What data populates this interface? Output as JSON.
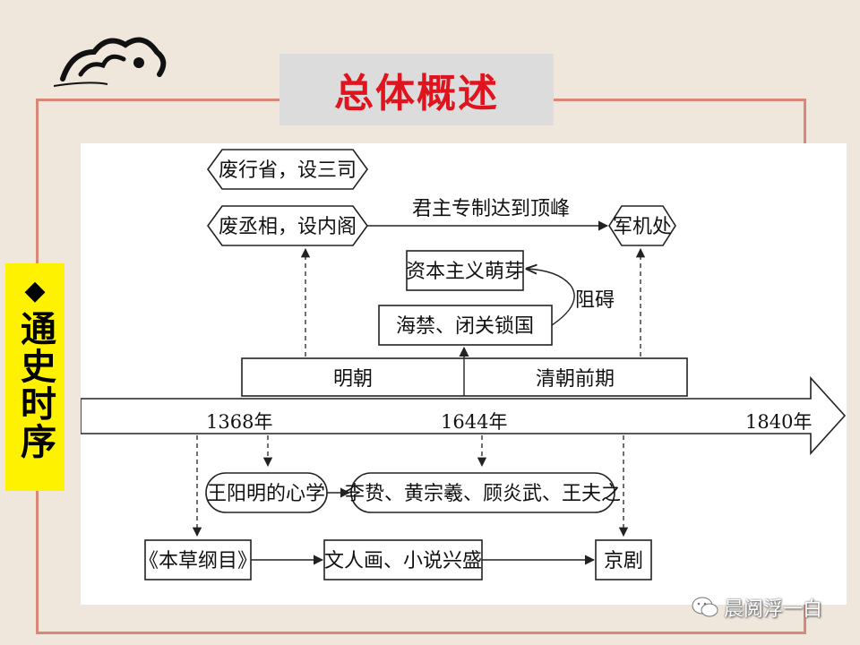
{
  "title": "总体概述",
  "side_label": {
    "marker": "◆",
    "text": "通史时序"
  },
  "timeline": {
    "years": [
      "1368年",
      "1644年",
      "1840年"
    ],
    "periods": [
      "明朝",
      "清朝前期"
    ]
  },
  "top_nodes": {
    "abolish_provinces": "废行省，设三司",
    "abolish_chancellor": "废丞相，设内阁",
    "autocracy_peak": "君主专制达到顶峰",
    "grand_council": "军机处",
    "capitalism_sprouts": "资本主义萌芽",
    "hinder": "阻碍",
    "sea_ban": "海禁、闭关锁国"
  },
  "bottom_nodes": {
    "wang_yangming": "王阳明的心学",
    "thinkers": "李贽、黄宗羲、顾炎武、王夫之",
    "materia_medica": "《本草纲目》",
    "literati": "文人画、小说兴盛",
    "peking_opera": "京剧"
  },
  "icons": {
    "logo": "cloud-swirl-icon",
    "watermark": "wechat-icon"
  },
  "watermark_text": "晨阅浮一白",
  "colors": {
    "title": "#e0141e",
    "side_label_bg": "#fff200",
    "frame": "#d98877",
    "page_bg": "#efe6dc"
  }
}
